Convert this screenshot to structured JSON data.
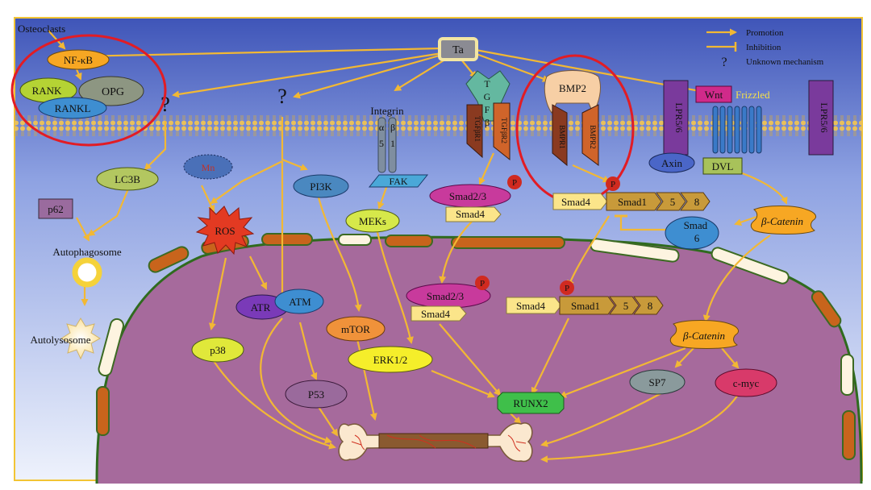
{
  "top": {
    "source": "Ta",
    "unknown_mark": "?"
  },
  "legend": {
    "promotion": "Promotion",
    "inhibition": "Inhibition",
    "unknown_symbol": "?",
    "unknown": "Unknown mechanism"
  },
  "osteoclast": {
    "title": "Osteoclasts",
    "nfkb": "NF-κB",
    "rank": "RANK",
    "opg": "OPG",
    "rankl": "RANKL",
    "unknown_mark": "?"
  },
  "autophagy": {
    "lc3b": "LC3B",
    "p62": "p62",
    "autophagosome": "Autophagosome",
    "autolysosome": "Autolysosome"
  },
  "receptors": {
    "integrin": "Integrin",
    "alpha": "α",
    "beta": "β",
    "five": "5",
    "one": "1",
    "fak": "FAK",
    "tgfb_letters": [
      "T",
      "G",
      "F",
      "β"
    ],
    "tgfbr1": "TGFβR1",
    "tgfbr2": "TGFβR2",
    "bmp2": "BMP2",
    "bmpr1": "BMPR1",
    "bmpr2": "BMPR2",
    "lpr56_left": "LPR5/6",
    "lpr56_right": "LPR5/6",
    "wnt": "Wnt",
    "frizzled": "Frizzled",
    "axin": "Axin",
    "dvl": "DVL"
  },
  "cytoplasm": {
    "mn": "Mn",
    "ros": "ROS",
    "pi3k": "PI3K",
    "meks": "MEKs",
    "smad23": "Smad2/3",
    "smad4": "Smad4",
    "phospho": "P",
    "smad4_bmp": "Smad4",
    "smad1": "Smad1",
    "smad5": "5",
    "smad8": "8",
    "smad6": "Smad\n6",
    "beta_catenin": "β-Catenin"
  },
  "nucleus": {
    "atr": "ATR",
    "atm": "ATM",
    "mtor": "mTOR",
    "p38": "p38",
    "p53": "P53",
    "erk": "ERK1/2",
    "smad23": "Smad2/3",
    "smad4": "Smad4",
    "phospho": "P",
    "smad4_b": "Smad4",
    "smad1": "Smad1",
    "smad5": "5",
    "smad8": "8",
    "beta_catenin": "β-Catenin",
    "runx2": "RUNX2",
    "sp7": "SP7",
    "cmyc": "c-myc"
  },
  "colors": {
    "arrow": "#f2b834",
    "background_top": "#3f55b8",
    "background_bottom": "#e4ecfb",
    "nucleus": "#a66a9c",
    "highlight": "#e21c24"
  }
}
